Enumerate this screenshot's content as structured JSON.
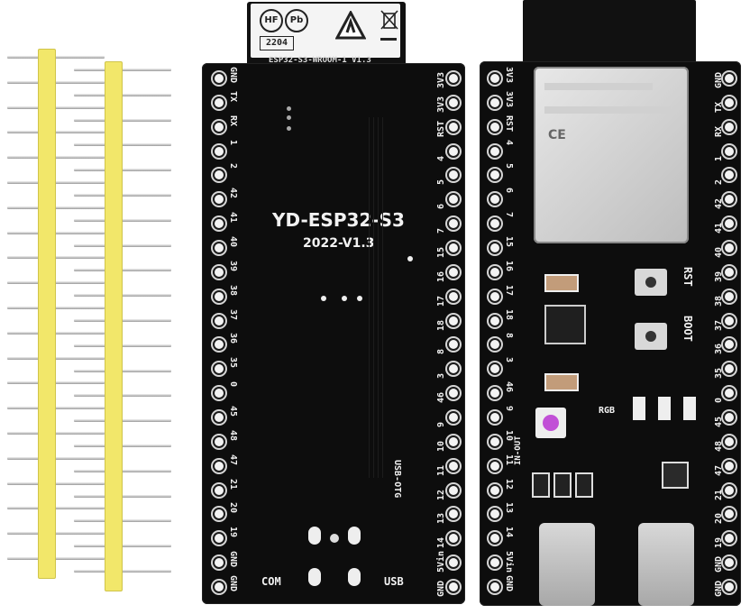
{
  "front_board": {
    "antenna_labels": [
      "HF",
      "Pb",
      "2204"
    ],
    "module_bottom_text": "ESP32-S3-WROOM-1 V1.3",
    "left_pins": [
      "GND",
      "TX",
      "RX",
      "1",
      "2",
      "42",
      "41",
      "40",
      "39",
      "38",
      "37",
      "36",
      "35",
      "0",
      "45",
      "48",
      "47",
      "21",
      "20",
      "19",
      "GND",
      "GND"
    ],
    "right_pins": [
      "3V3",
      "3V3",
      "RST",
      "4",
      "5",
      "6",
      "7",
      "15",
      "16",
      "17",
      "18",
      "8",
      "3",
      "46",
      "9",
      "10",
      "11",
      "12",
      "13",
      "14",
      "5Vin",
      "GND"
    ],
    "board_name": "YD-ESP32-S3",
    "version": "2022-V1.3",
    "usb_otg_label": "USB-OTG",
    "port_labels": [
      "COM",
      "USB"
    ]
  },
  "component_board": {
    "left_pins": [
      "3V3",
      "3V3",
      "RST",
      "4",
      "5",
      "6",
      "7",
      "15",
      "16",
      "17",
      "18",
      "8",
      "3",
      "46",
      "9",
      "10",
      "11",
      "12",
      "13",
      "14",
      "5Vin",
      "GND"
    ],
    "right_pins": [
      "GND",
      "TX",
      "RX",
      "1",
      "2",
      "42",
      "41",
      "40",
      "39",
      "38",
      "37",
      "36",
      "35",
      "0",
      "45",
      "48",
      "47",
      "21",
      "20",
      "19",
      "GND",
      "GND"
    ],
    "button_labels": [
      "RST",
      "BOOT"
    ],
    "rgb_label": "RGB",
    "in_out_label": "IN-OUT"
  },
  "colors": {
    "pcb": "#0d0d0d",
    "silk": "#f2f2f2",
    "header_plastic": "#f2e76a",
    "pad": "#f3f3f3"
  }
}
